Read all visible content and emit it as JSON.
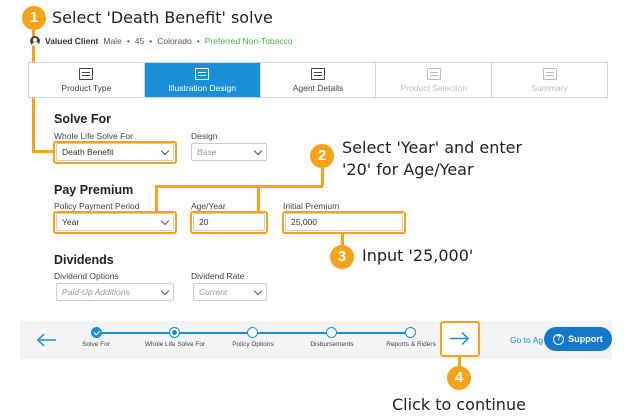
{
  "annotations": {
    "step1": {
      "number": "1",
      "text": "Select 'Death Benefit' solve"
    },
    "step2": {
      "number": "2",
      "line1": "Select 'Year' and enter",
      "line2": "'20' for Age/Year"
    },
    "step3": {
      "number": "3",
      "text": "Input '25,000'"
    },
    "step4": {
      "number": "4",
      "text": "Click to continue"
    }
  },
  "client": {
    "name": "Valued Client",
    "gender": "Male",
    "age": "45",
    "state": "Colorado",
    "class": "Preferred Non-Tobacco",
    "sep": "•"
  },
  "tabs": [
    {
      "label": "Product Type",
      "state": "normal"
    },
    {
      "label": "Illustration Design",
      "state": "active"
    },
    {
      "label": "Agent Details",
      "state": "normal"
    },
    {
      "label": "Product Selection",
      "state": "disabled"
    },
    {
      "label": "Summary",
      "state": "disabled"
    }
  ],
  "solve_for": {
    "title": "Solve For",
    "whole_life_label": "Whole Life Solve For",
    "whole_life_value": "Death Benefit",
    "design_label": "Design",
    "design_placeholder": "Base"
  },
  "pay_premium": {
    "title": "Pay Premium",
    "period_label": "Policy Payment Period",
    "period_value": "Year",
    "age_year_label": "Age/Year",
    "age_year_value": "20",
    "initial_label": "Initial Premium",
    "initial_value": "25,000"
  },
  "dividends": {
    "title": "Dividends",
    "options_label": "Dividend Options",
    "options_placeholder": "Paid-Up Additions",
    "rate_label": "Dividend Rate",
    "rate_placeholder": "Current"
  },
  "progress": {
    "steps": [
      {
        "label": "Solve For",
        "state": "done"
      },
      {
        "label": "Whole Life Solve For",
        "state": "current"
      },
      {
        "label": "Policy Options",
        "state": "todo"
      },
      {
        "label": "Disbursements",
        "state": "todo"
      },
      {
        "label": "Reports & Riders",
        "state": "todo"
      }
    ],
    "goto_label": "Go to Ag",
    "support_label": "Support",
    "support_icon": "?"
  },
  "colors": {
    "accent": "#1a8fd8",
    "highlight": "#f5a31a",
    "green": "#4caf50"
  }
}
